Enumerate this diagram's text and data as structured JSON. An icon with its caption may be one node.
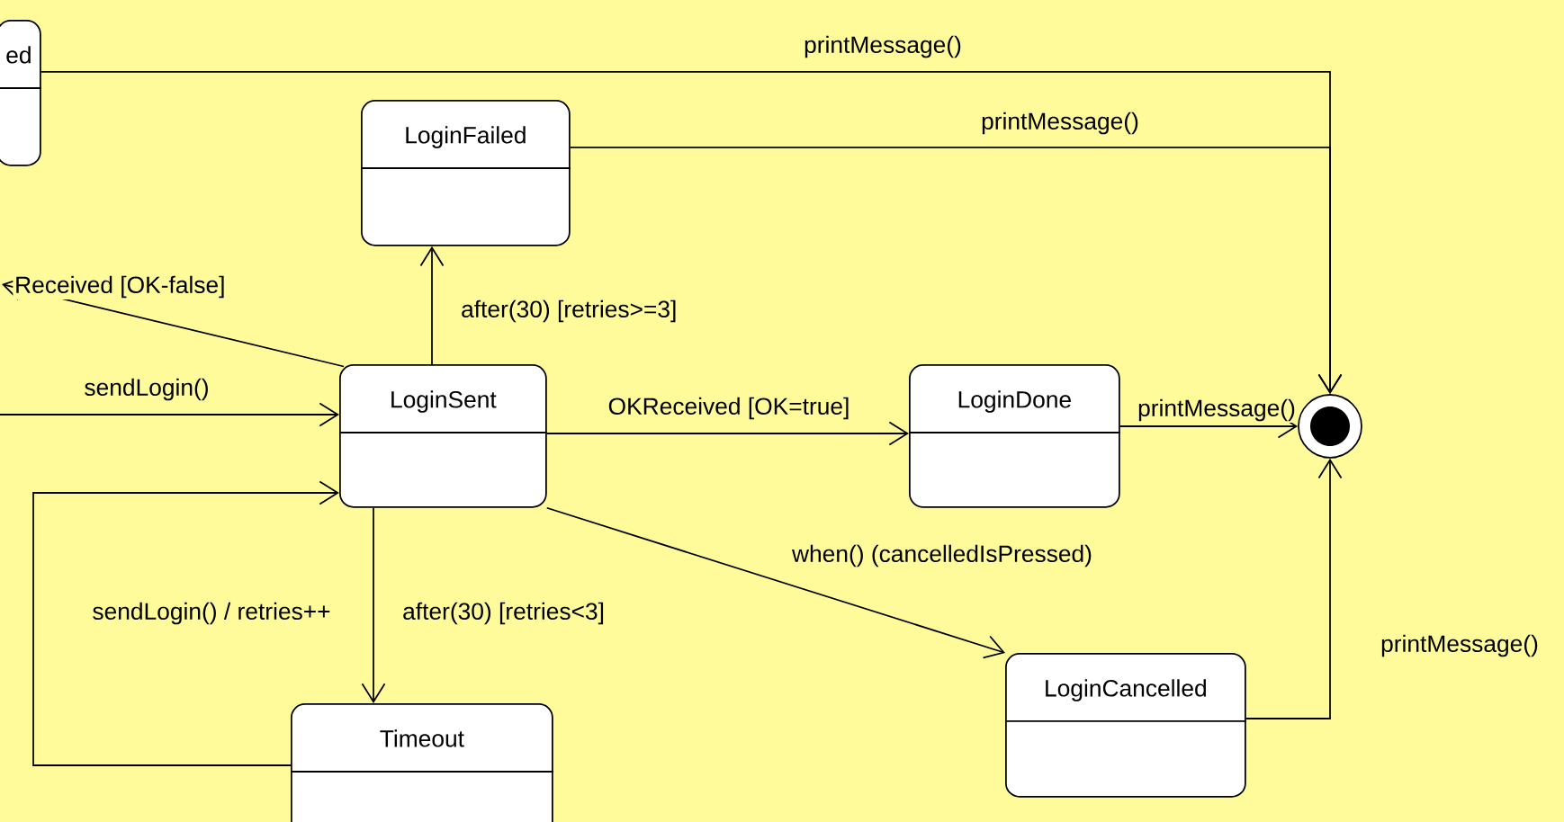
{
  "diagram": {
    "nodes": [
      {
        "text": [
          "ed"
        ]
      },
      {
        "text": [
          "LoginFailed"
        ]
      },
      {
        "text": [
          "LoginSent"
        ]
      },
      {
        "text": [
          "LoginDone"
        ]
      },
      {
        "text": [],
        "shape": "circle"
      },
      {
        "text": [
          "LoginCancelled"
        ]
      },
      {
        "text": [
          "Timeout"
        ]
      }
    ],
    "edges": [
      {
        "from": 0,
        "to": 4,
        "arrow": "to",
        "label": "printMessage()"
      },
      {
        "from": 1,
        "to": 4,
        "arrow": "to",
        "label": "printMessage()"
      },
      {
        "from": 2,
        "to": 1,
        "arrow": "to",
        "label": "after(30) [retries>=3]"
      },
      {
        "from": 2,
        "to": null,
        "arrow": "to",
        "label": "Received [OK-false]"
      },
      {
        "from": null,
        "to": 2,
        "arrow": "to",
        "label": "sendLogin()"
      },
      {
        "from": 6,
        "to": 2,
        "arrow": "to",
        "label": "sendLogin() / retries++"
      },
      {
        "from": 2,
        "to": 6,
        "arrow": "to",
        "label": "after(30) [retries<3]"
      },
      {
        "from": 2,
        "to": 3,
        "arrow": "to",
        "label": "OKReceived [OK=true]"
      },
      {
        "from": 3,
        "to": 4,
        "arrow": "to",
        "label": "printMessage()"
      },
      {
        "from": 2,
        "to": 5,
        "arrow": "to",
        "label": "when() (cancelledIsPressed)"
      },
      {
        "from": 5,
        "to": 4,
        "arrow": "to",
        "label": "printMessage()"
      }
    ]
  }
}
